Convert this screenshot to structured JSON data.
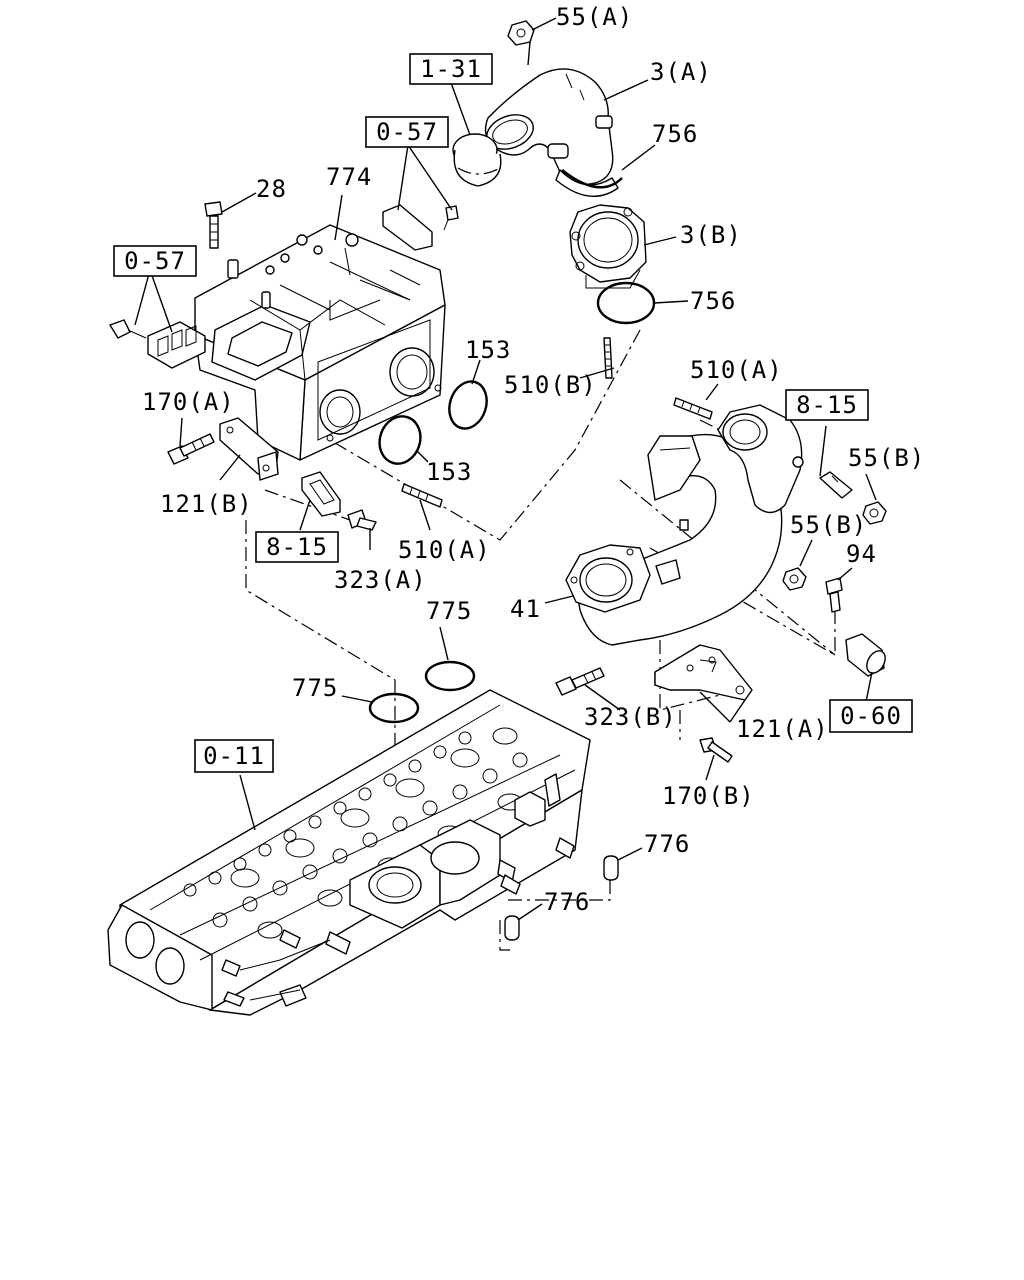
{
  "colors": {
    "ink": "#000000",
    "paper": "#ffffff"
  },
  "callouts": {
    "p55a": "55(A)",
    "p3a": "3(A)",
    "p756a": "756",
    "p3b": "3(B)",
    "p756b": "756",
    "p28": "28",
    "p774": "774",
    "p153a": "153",
    "p153b": "153",
    "p510b": "510(B)",
    "p510a_top": "510(A)",
    "p55b_top": "55(B)",
    "p170a": "170(A)",
    "p121b": "121(B)",
    "p510a": "510(A)",
    "p323a": "323(A)",
    "p55b": "55(B)",
    "p94": "94",
    "p41": "41",
    "p775a": "775",
    "p775b": "775",
    "p323b": "323(B)",
    "p121a": "121(A)",
    "p170b": "170(B)",
    "p776a": "776",
    "p776b": "776"
  },
  "references": {
    "r131": "1-31",
    "r057a": "0-57",
    "r057b": "0-57",
    "r815a": "8-15",
    "r815b": "8-15",
    "r060": "0-60",
    "r011": "0-11"
  }
}
